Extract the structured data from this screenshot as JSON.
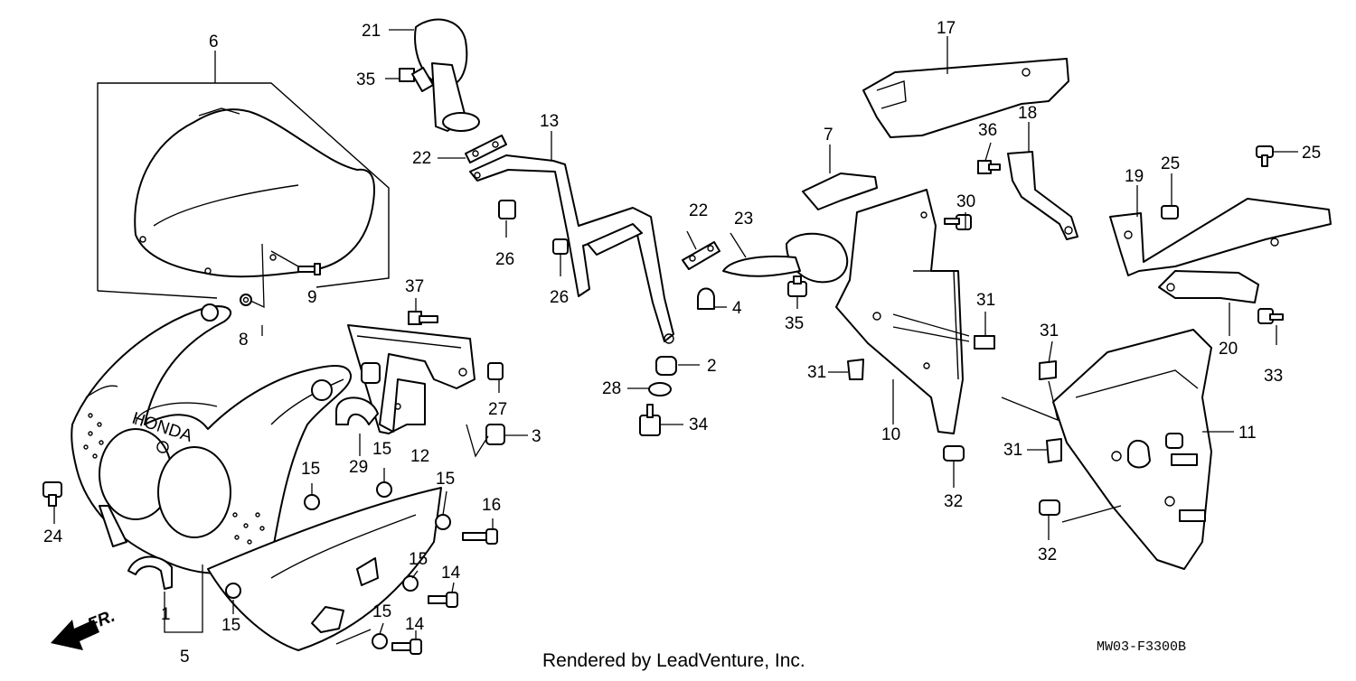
{
  "diagram": {
    "labels": {
      "1": "1",
      "2": "2",
      "3": "3",
      "4": "4",
      "5": "5",
      "6": "6",
      "7": "7",
      "8": "8",
      "9": "9",
      "10": "10",
      "11": "11",
      "12": "12",
      "13": "13",
      "14": "14",
      "15": "15",
      "16": "16",
      "17": "17",
      "18": "18",
      "19": "19",
      "20": "20",
      "21": "21",
      "22": "22",
      "23": "23",
      "24": "24",
      "25": "25",
      "26": "26",
      "27": "27",
      "28": "28",
      "29": "29",
      "30": "30",
      "31": "31",
      "32": "32",
      "33": "33",
      "34": "34",
      "35": "35",
      "36": "36",
      "37": "37"
    },
    "front_label": "FR.",
    "brand_text": "HONDA",
    "credit": "Rendered by LeadVenture, Inc.",
    "diagram_code": "MW03-F3300B"
  },
  "colors": {
    "line": "#000000",
    "background": "#ffffff",
    "shade": "#8c8c8c"
  }
}
